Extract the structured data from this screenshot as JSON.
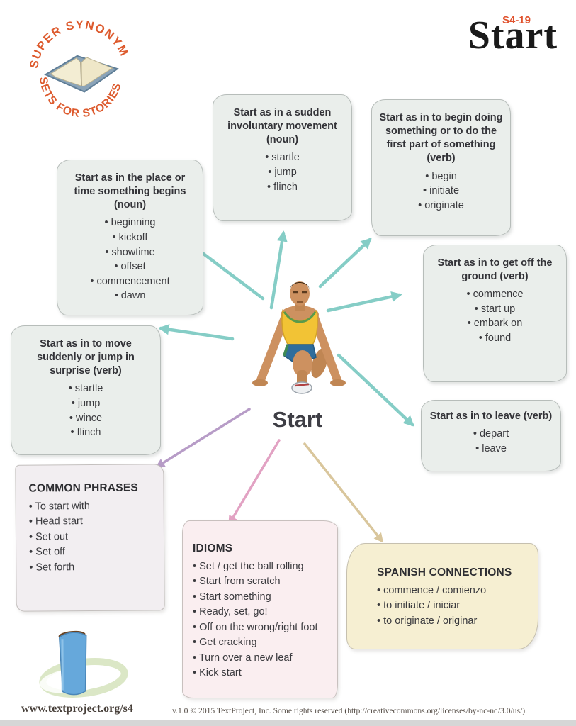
{
  "header": {
    "code": "S4-19",
    "title": "Start"
  },
  "logo": {
    "arc_top": "SUPER SYNONYM",
    "arc_bottom": "SETS FOR STORIES"
  },
  "center": {
    "label": "Start"
  },
  "synonym_boxes": [
    {
      "title": "Start as in a sudden involuntary movement (noun)",
      "items": [
        "startle",
        "jump",
        "flinch"
      ]
    },
    {
      "title": "Start as in to begin doing something or to do the first part of something (verb)",
      "items": [
        "begin",
        "initiate",
        "originate"
      ]
    },
    {
      "title": "Start as in the place or time something begins (noun)",
      "items": [
        "beginning",
        "kickoff",
        "showtime",
        "offset",
        "commencement",
        "dawn"
      ]
    },
    {
      "title": "Start as in to get off the ground (verb)",
      "items": [
        "commence",
        "start up",
        "embark on",
        "found"
      ]
    },
    {
      "title": "Start as in to move suddenly or jump in surprise (verb)",
      "items": [
        "startle",
        "jump",
        "wince",
        "flinch"
      ]
    },
    {
      "title": "Start as in to leave (verb)",
      "items": [
        "depart",
        "leave"
      ]
    }
  ],
  "bottom_boxes": [
    {
      "heading": "COMMON PHRASES",
      "items": [
        "To start with",
        "Head start",
        "Set out",
        "Set off",
        "Set forth"
      ]
    },
    {
      "heading": "IDIOMS",
      "items": [
        "Set / get the ball rolling",
        "Start from scratch",
        "Start something",
        "Ready, set, go!",
        "Off on the wrong/right foot",
        "Get cracking",
        "Turn over a new leaf",
        "Kick start"
      ]
    },
    {
      "heading": "SPANISH CONNECTIONS",
      "items": [
        "commence / comienzo",
        "to initiate / iniciar",
        "to originate / originar"
      ]
    }
  ],
  "footer": {
    "url": "www.textproject.org/s4",
    "copyright": "v.1.0 © 2015 TextProject, Inc. Some rights reserved (http://creativecommons.org/licenses/by-nc-nd/3.0/us/)."
  },
  "colors": {
    "arrow_teal": "#85cdc6",
    "arrow_purple": "#b79cc7",
    "arrow_pink": "#e2a2c3",
    "arrow_tan": "#d9c69c",
    "code_orange": "#e0512c",
    "logo_orange": "#dd5a2d",
    "synonym_box_bg": "#eaeeeb",
    "common_bg": "#f2eef1",
    "idioms_bg": "#faeef0",
    "spanish_bg": "#f6efd2"
  }
}
